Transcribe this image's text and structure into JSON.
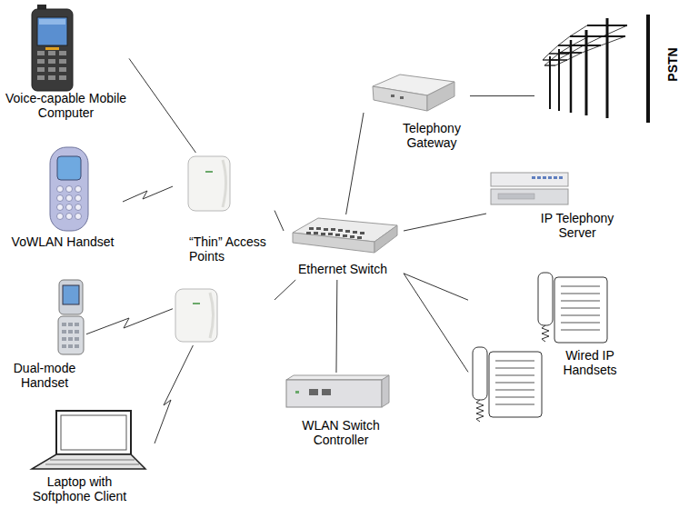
{
  "diagram": {
    "nodes": [
      {
        "text": [
          "Voice-capable Mobile Computer"
        ]
      },
      {
        "text": [
          "VoWLAN Handset"
        ]
      },
      {
        "text": [
          "Dual-mode Handset"
        ]
      },
      {
        "text": [
          "Laptop with Softphone Client"
        ]
      },
      {
        "text": [
          "“Thin” Access Points"
        ]
      },
      {
        "text": [
          "Ethernet Switch"
        ]
      },
      {
        "text": [
          "Telephony Gateway"
        ]
      },
      {
        "text": [
          "PSTN"
        ]
      },
      {
        "text": [
          "IP Telephony Server"
        ]
      },
      {
        "text": [
          "Wired IP Handsets"
        ]
      },
      {
        "text": [
          "WLAN Switch Controller"
        ]
      }
    ],
    "edges": [
      {
        "from": 0,
        "to": 4,
        "arrow": "none"
      },
      {
        "from": 1,
        "to": 4,
        "arrow": "none"
      },
      {
        "from": 2,
        "to": 4,
        "arrow": "none"
      },
      {
        "from": 3,
        "to": 4,
        "arrow": "none"
      },
      {
        "from": 4,
        "to": 5,
        "arrow": "none"
      },
      {
        "from": 4,
        "to": 5,
        "arrow": "none"
      },
      {
        "from": 5,
        "to": 6,
        "arrow": "none"
      },
      {
        "from": 6,
        "to": 7,
        "arrow": "none"
      },
      {
        "from": 5,
        "to": 8,
        "arrow": "none"
      },
      {
        "from": 5,
        "to": 9,
        "arrow": "none"
      },
      {
        "from": 5,
        "to": 9,
        "arrow": "none"
      },
      {
        "from": 5,
        "to": 10,
        "arrow": "none"
      }
    ]
  }
}
